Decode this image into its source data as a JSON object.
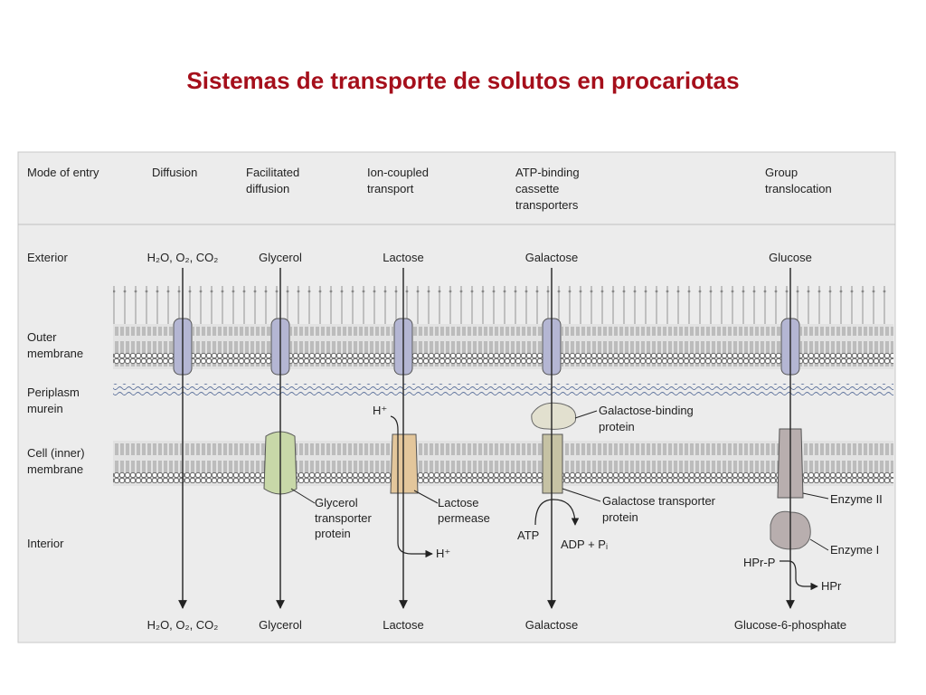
{
  "slide": {
    "title": "Sistemas de transporte de solutos en procariotas"
  },
  "rows": {
    "mode_of_entry": "Mode of entry",
    "exterior": "Exterior",
    "outer_membrane": [
      "Outer",
      "membrane"
    ],
    "periplasm": [
      "Periplasm",
      "murein"
    ],
    "inner_membrane": [
      "Cell (inner)",
      "membrane"
    ],
    "interior": "Interior"
  },
  "columns": {
    "diffusion": {
      "header": [
        "Diffusion"
      ],
      "top_label": "H₂O, O₂, CO₂",
      "bottom_label": "H₂O, O₂, CO₂"
    },
    "facilitated": {
      "header": [
        "Facilitated",
        "diffusion"
      ],
      "top_label": "Glycerol",
      "bottom_label": "Glycerol",
      "protein_label": [
        "Glycerol",
        "transporter",
        "protein"
      ]
    },
    "ion_coupled": {
      "header": [
        "Ion-coupled",
        "transport"
      ],
      "top_label": "Lactose",
      "bottom_label": "Lactose",
      "ion_in": "H⁺",
      "ion_out": "H⁺",
      "protein_label": [
        "Lactose",
        "permease"
      ]
    },
    "abc": {
      "header": [
        "ATP-binding",
        "cassette",
        "transporters"
      ],
      "top_label": "Galactose",
      "bottom_label": "Galactose",
      "binding_label": [
        "Galactose-binding",
        "protein"
      ],
      "transporter_label": [
        "Galactose transporter",
        "protein"
      ],
      "atp": "ATP",
      "adp": "ADP + Pᵢ"
    },
    "group": {
      "header": [
        "Group",
        "translocation"
      ],
      "top_label": "Glucose",
      "bottom_label": "Glucose-6-phosphate",
      "enzyme2": "Enzyme II",
      "enzyme1": "Enzyme I",
      "hpr_p": "HPr-P",
      "hpr": "HPr"
    }
  },
  "colors": {
    "title": "#a50f1b",
    "porin": "#b4b6d3",
    "glycerol_protein": "#c8d8a8",
    "lactose_protein": "#e3c69b",
    "galactose_protein": "#c6c2a4",
    "enzyme": "#b8aeae"
  }
}
